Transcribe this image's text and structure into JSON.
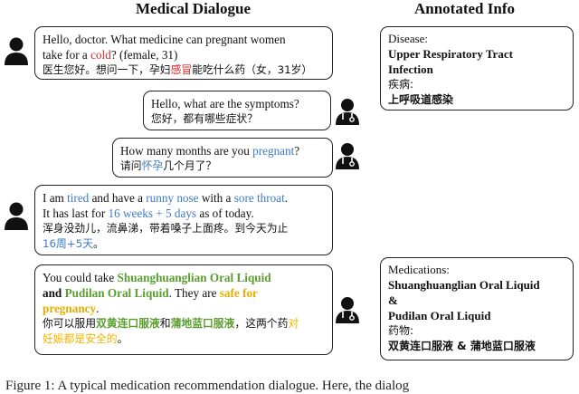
{
  "headers": {
    "dialogue": "Medical Dialogue",
    "annotated": "Annotated Info"
  },
  "turns": [
    {
      "speaker": "patient",
      "en_1": "Hello, doctor. What medicine can pregnant women",
      "en_2a": "take for a ",
      "en_2b": "cold",
      "en_2c": "? (female, 31)",
      "zh_a": "医生您好。想问一下，孕妇",
      "zh_b": "感冒",
      "zh_c": "能吃什么药（女，31岁）"
    },
    {
      "speaker": "doctor",
      "en_1": "Hello, what are the symptoms?",
      "zh_1": "您好，都有哪些症状？"
    },
    {
      "speaker": "doctor",
      "en_a": "How many months are you ",
      "en_b": "pregnant",
      "en_c": "?",
      "zh_a": "请问",
      "zh_b": "怀孕",
      "zh_c": "几个月了？"
    },
    {
      "speaker": "patient",
      "en_1a": "I am ",
      "en_1b": "tired",
      "en_1c": " and have a ",
      "en_1d": "runny nose",
      "en_1e": " with a ",
      "en_1f": "sore throat",
      "en_1g": ".",
      "en_2a": "It has last for ",
      "en_2b": "16 weeks + 5 days",
      "en_2c": " as of today.",
      "zh_1": "浑身没劲儿，流鼻涕，带着嗓子上面疼。到今天为止",
      "zh_2": "16周+5天",
      "zh_3": "。"
    },
    {
      "speaker": "doctor",
      "en_1a": "You could take ",
      "en_1b": "Shuanghuanglian Oral Liquid",
      "en_2a": "and ",
      "en_2b": "Pudilan Oral Liquid",
      "en_2c": ". They are ",
      "en_2d": "safe for",
      "en_3": "pregnancy",
      "en_3b": ".",
      "zh_1a": "你可以服用",
      "zh_1b": "双黄连口服液",
      "zh_1c": "和",
      "zh_1d": "蒲地蓝口服液",
      "zh_1e": "，这两个药",
      "zh_1f": "对",
      "zh_2a": "妊娠都是安全的",
      "zh_2b": "。"
    }
  ],
  "annotations": {
    "disease": {
      "label": "Disease:",
      "value_1": "Upper Respiratory Tract",
      "value_2": "Infection",
      "zh_label": "疾病:",
      "zh_value": "上呼吸道感染"
    },
    "medications": {
      "label": "Medications:",
      "value_1": "Shuanghuanglian Oral Liquid",
      "amp": "&",
      "value_2": "Pudilan Oral Liquid",
      "zh_label": "药物:",
      "zh_value": "双黄连口服液 & 蒲地蓝口服液"
    }
  },
  "caption": "Figure 1: A typical medication recommendation dialogue. Here, the dialog"
}
